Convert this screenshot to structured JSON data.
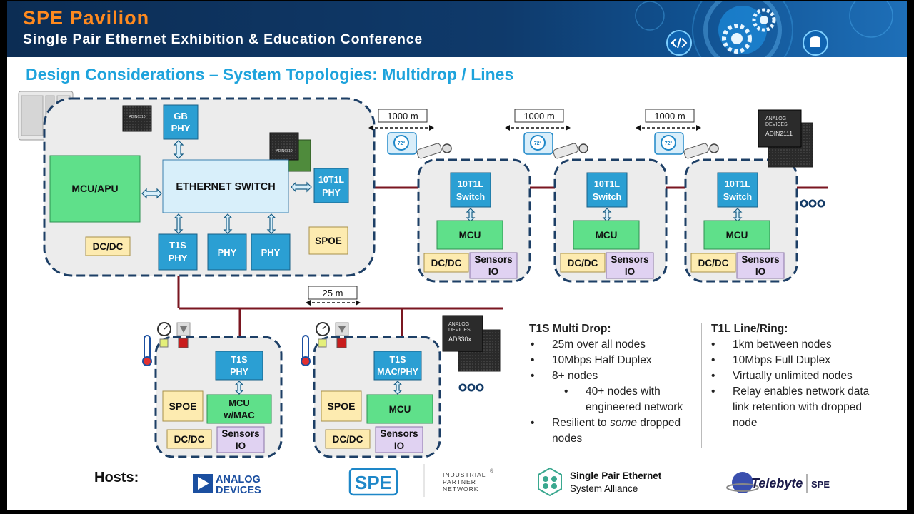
{
  "banner": {
    "title": "SPE Pavilion",
    "subtitle": "Single Pair Ethernet Exhibition & Education Conference"
  },
  "heading": "Design Considerations – System Topologies: Multidrop / Lines",
  "colors": {
    "box_blue": "#2b9fd3",
    "box_green": "#5fe08a",
    "box_yellow": "#fdebb0",
    "box_lavender": "#e0d2f2",
    "switch_fill": "#d8effa",
    "bus_line": "#7a1620",
    "frame_dash": "#1d3f66",
    "heading": "#1ea3dc",
    "banner_title": "#ff8a1f"
  },
  "diagram": {
    "main_node": {
      "mcu": "MCU/APU",
      "gb_phy": [
        "GB",
        "PHY"
      ],
      "switch": "ETHERNET SWITCH",
      "phy_10t1l": [
        "10T1L",
        "PHY"
      ],
      "t1s_phy": [
        "T1S",
        "PHY"
      ],
      "phy_a": "PHY",
      "phy_b": "PHY",
      "dcdc": "DC/DC",
      "spoe": "SPOE",
      "chip_a": "ADIN6310",
      "chip_b": "ADIN6310"
    },
    "t1l_span_label": "1000 m",
    "t1s_span_label": "25 m",
    "gauge_label": "72°",
    "t1l_nodes": [
      {
        "switch": [
          "10T1L",
          "Switch"
        ],
        "mcu": "MCU",
        "dcdc": "DC/DC",
        "sensors": [
          "Sensors",
          "IO"
        ]
      },
      {
        "switch": [
          "10T1L",
          "Switch"
        ],
        "mcu": "MCU",
        "dcdc": "DC/DC",
        "sensors": [
          "Sensors",
          "IO"
        ]
      },
      {
        "switch": [
          "10T1L",
          "Switch"
        ],
        "mcu": "MCU",
        "dcdc": "DC/DC",
        "sensors": [
          "Sensors",
          "IO"
        ]
      }
    ],
    "t1s_nodes": [
      {
        "phy": [
          "T1S",
          "PHY"
        ],
        "mcu": [
          "MCU",
          "w/MAC"
        ],
        "spoe": "SPOE",
        "dcdc": "DC/DC",
        "sensors": [
          "Sensors",
          "IO"
        ]
      },
      {
        "phy": [
          "T1S",
          "MAC/PHY"
        ],
        "mcu": [
          "MCU"
        ],
        "spoe": "SPOE",
        "dcdc": "DC/DC",
        "sensors": [
          "Sensors",
          "IO"
        ]
      }
    ],
    "chip_adin2111": {
      "brand": [
        "ANALOG",
        "DEVICES"
      ],
      "part": "ADIN2111"
    },
    "chip_ad330x": {
      "brand": [
        "ANALOG",
        "DEVICES"
      ],
      "part": "AD330x"
    },
    "continuation": "ooo"
  },
  "t1s_info": {
    "title": "T1S Multi Drop:",
    "bullets": [
      "25m over all nodes",
      "10Mbps Half Duplex",
      "8+ nodes"
    ],
    "sub_bullet": [
      "40+ nodes with",
      "engineered network"
    ],
    "last_bullet_pre": "Resilient to ",
    "last_bullet_em": "some",
    "last_bullet_post": " dropped",
    "last_bullet_line2": "nodes"
  },
  "t1l_info": {
    "title": "T1L Line/Ring:",
    "bullets": [
      "1km between nodes",
      "10Mbps Full Duplex",
      "Virtually unlimited nodes"
    ],
    "last_bullet": [
      "Relay enables network data",
      "link retention with dropped",
      "node"
    ]
  },
  "bullet_char": "•",
  "footer": {
    "hosts_label": "Hosts:",
    "logo_adi": [
      "ANALOG",
      "DEVICES"
    ],
    "logo_spe": "SPE",
    "logo_ipn": [
      "INDUSTRIAL",
      "PARTNER",
      "NETWORK"
    ],
    "logo_ipn_mark": "®",
    "logo_spe_alliance": [
      "Single Pair Ethernet",
      "System Alliance"
    ],
    "logo_telebyte": "Telebyte",
    "logo_telebyte_tag": "SPE"
  }
}
